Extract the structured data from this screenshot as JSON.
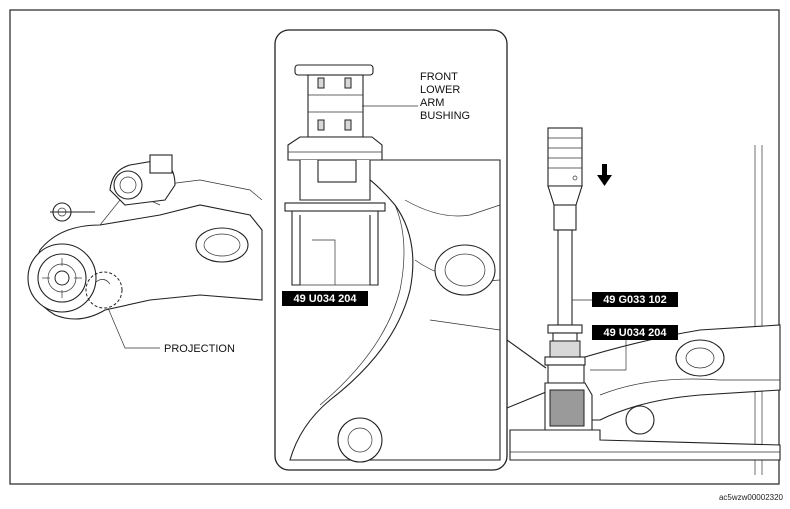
{
  "labels": {
    "bushing_line1": "FRONT",
    "bushing_line2": "LOWER",
    "bushing_line3": "ARM",
    "bushing_line4": "BUSHING",
    "projection": "PROJECTION"
  },
  "tags": {
    "tool_left": "49 U034 204",
    "tool_right_upper": "49 G033 102",
    "tool_right_lower": "49 U034 204"
  },
  "footer": {
    "figure_id": "ac5wzw00002320"
  },
  "colors": {
    "line": "#222222",
    "tag_bg": "#000000",
    "tag_text": "#ffffff",
    "shade": "#d8d8d8"
  }
}
